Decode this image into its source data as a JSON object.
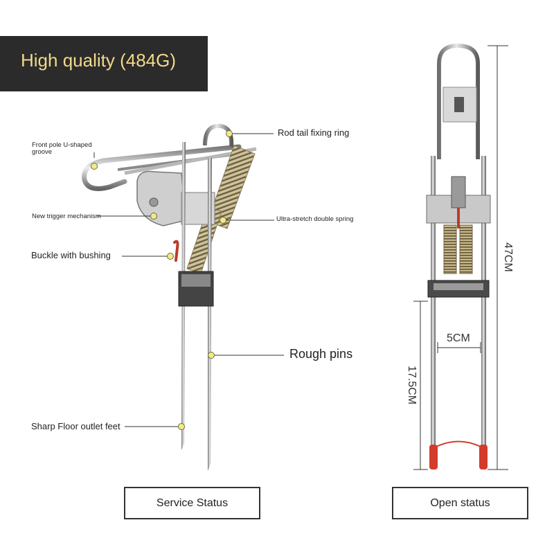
{
  "banner": {
    "title": "High quality (484G)"
  },
  "labels": {
    "front_pole": "Front pole U-shaped groove",
    "rod_tail": "Rod tail fixing ring",
    "trigger": "New trigger mechanism",
    "spring": "Ultra-stretch double spring",
    "buckle": "Buckle with bushing",
    "rough_pins": "Rough pins",
    "sharp_feet": "Sharp Floor outlet feet"
  },
  "dimensions": {
    "height": "47CM",
    "leg_length": "17.5CM",
    "width": "5CM"
  },
  "status": {
    "service": "Service Status",
    "open": "Open status"
  },
  "colors": {
    "banner_bg": "#2b2b2b",
    "banner_text": "#f2d98a",
    "marker": "#f3e98c",
    "foot_cap": "#d33b2c"
  }
}
